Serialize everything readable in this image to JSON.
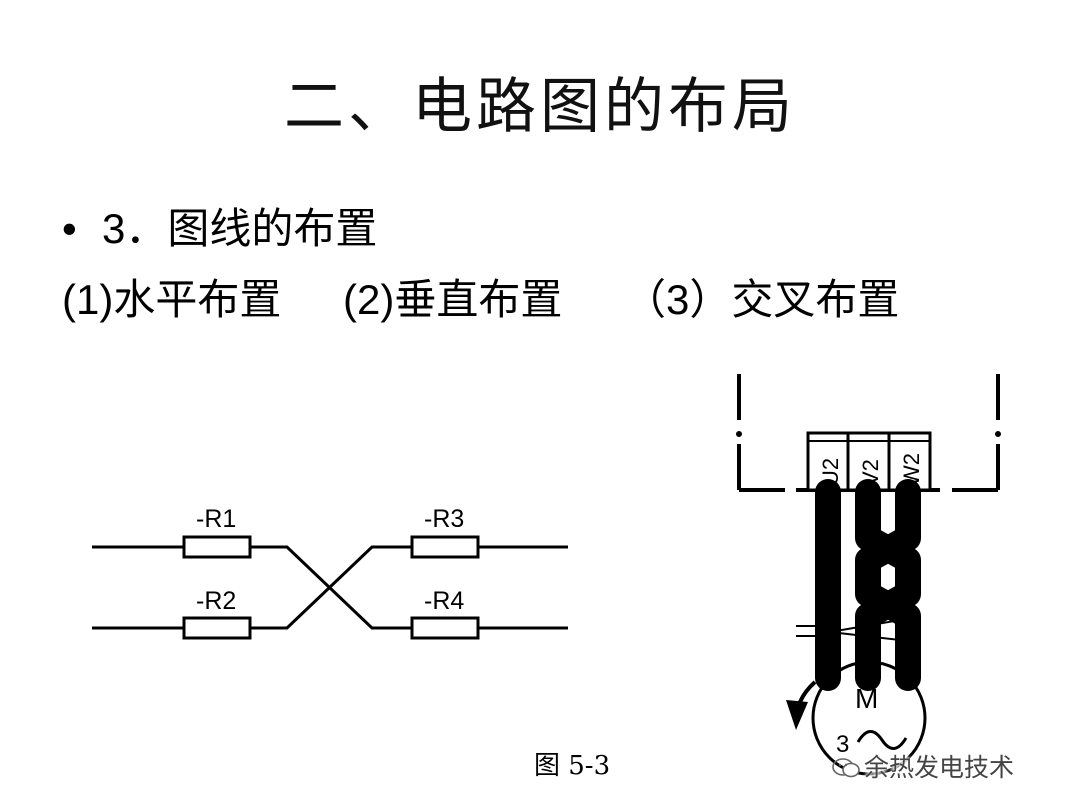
{
  "title": "二、电路图的布局",
  "section": {
    "bullet": "•",
    "text": "3．图线的布置"
  },
  "options": [
    "(1)水平布置",
    "(2)垂直布置",
    "（3）交叉布置"
  ],
  "left_diagram": {
    "resistors": [
      "-R1",
      "-R2",
      "-R3",
      "-R4"
    ]
  },
  "right_diagram": {
    "terminals": [
      "U2",
      "V2",
      "W2"
    ],
    "motor_label": "M",
    "motor_phase": "3"
  },
  "caption": "图 5-3",
  "watermark": "余热发电技术"
}
